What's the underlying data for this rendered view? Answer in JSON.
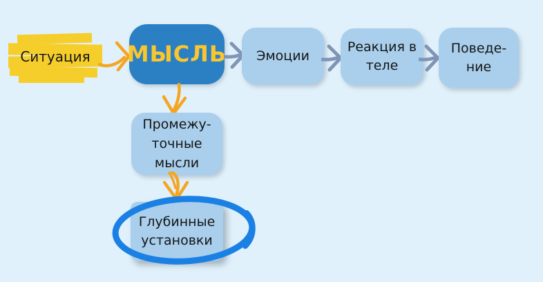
{
  "colors": {
    "background": "#e1f1fb",
    "highlight_yellow": "#f6ce2b",
    "primary_box": "#2b80c4",
    "primary_text": "#fbc52d",
    "light_box": "#a9cfec",
    "box_text": "#151515",
    "orange_arrow": "#f4a622",
    "slate_arrow": "#8095b6",
    "circle_stroke": "#1b80e4"
  },
  "nodes": {
    "situation": {
      "label": "Ситуация"
    },
    "thought": {
      "label": "МЫСЛЬ"
    },
    "emotions": {
      "label": "Эмоции"
    },
    "body_reaction": {
      "line1": "Реакция в",
      "line2": "теле"
    },
    "behavior": {
      "line1": "Поведе-",
      "line2": "ние"
    },
    "intermediate_thoughts": {
      "line1": "Промежу-",
      "line2": "точные",
      "line3": "мысли"
    },
    "core_beliefs": {
      "line1": "Глубинные",
      "line2": "установки"
    }
  }
}
